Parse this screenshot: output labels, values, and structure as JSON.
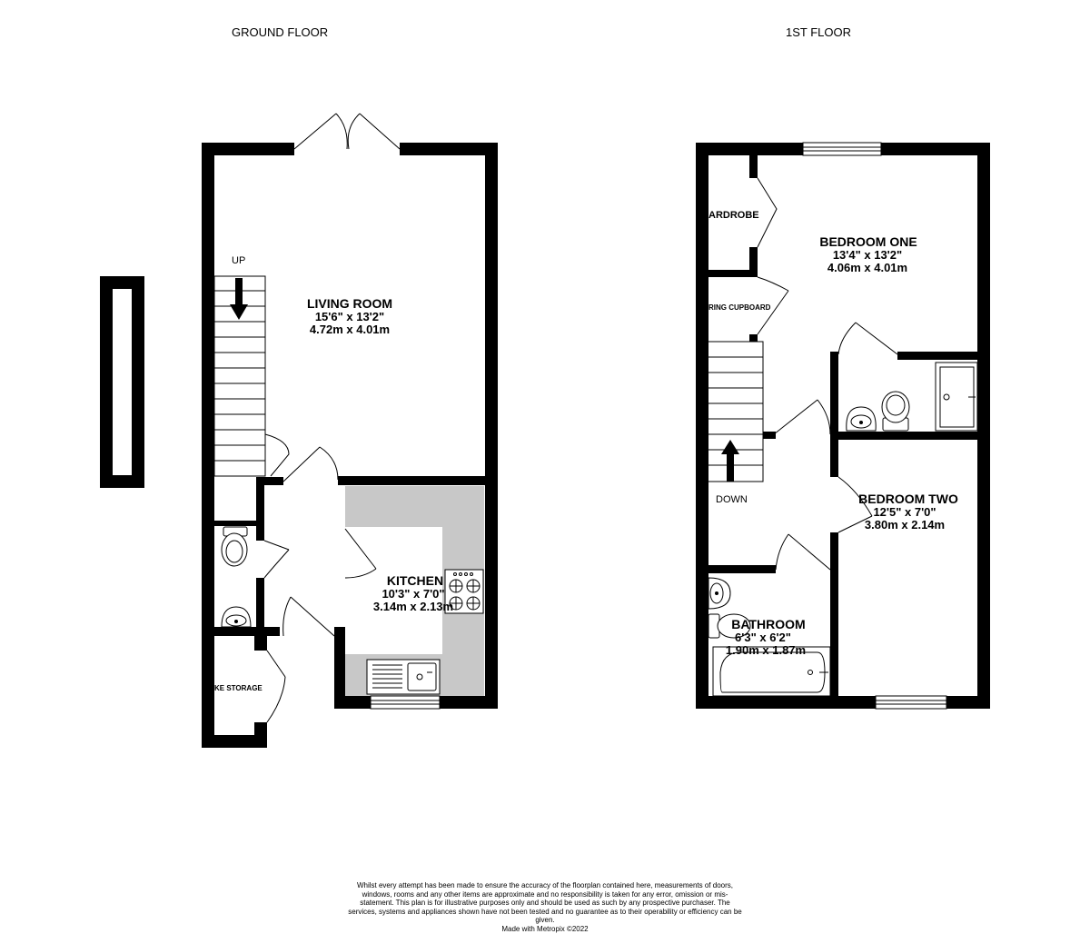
{
  "floors": {
    "ground": {
      "title": "GROUND FLOOR"
    },
    "first": {
      "title": "1ST FLOOR"
    }
  },
  "rooms": {
    "living_room": {
      "name": "LIVING ROOM",
      "imperial": "15'6\"  x 13'2\"",
      "metric": "4.72m  x 4.01m"
    },
    "kitchen": {
      "name": "KITCHEN",
      "imperial": "10'3\"  x 7'0\"",
      "metric": "3.14m  x 2.13m"
    },
    "bedroom_one": {
      "name": "BEDROOM ONE",
      "imperial": "13'4\"  x 13'2\"",
      "metric": "4.06m  x 4.01m"
    },
    "bedroom_two": {
      "name": "BEDROOM TWO",
      "imperial": "12'5\"  x 7'0\"",
      "metric": "3.80m  x 2.14m"
    },
    "bathroom": {
      "name": "BATHROOM",
      "imperial": "6'3\"  x 6'2\"",
      "metric": "1.90m  x 1.87m"
    }
  },
  "labels": {
    "up": "UP",
    "down": "DOWN",
    "wardrobe": "ARDROBE",
    "airing_cupboard": "RING CUPBOARD",
    "bike_storage": "KE STORAGE"
  },
  "colors": {
    "wall": "#000000",
    "kitchen_worktop": "#c8c8c8"
  },
  "disclaimer": {
    "text": "Whilst every attempt has been made to ensure the accuracy of the floorplan contained here, measurements of doors, windows, rooms and any other items are approximate and no responsibility is taken for any error, omission or mis-statement. This plan is for illustrative purposes only and should be used as such by any prospective purchaser. The services, systems and appliances shown have not been tested and no guarantee as to their operability or efficiency can be given.",
    "credit": "Made with Metropix ©2022"
  }
}
